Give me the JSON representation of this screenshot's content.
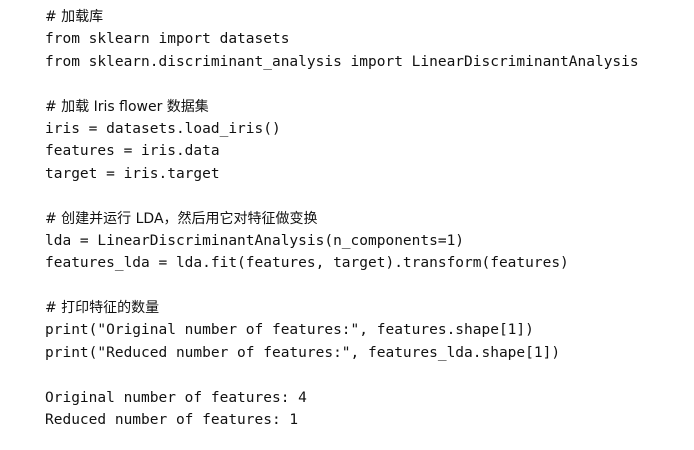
{
  "code": {
    "comment_load_lib": "# 加载库",
    "import_datasets": "from sklearn import datasets",
    "import_lda": "from sklearn.discriminant_analysis import LinearDiscriminantAnalysis",
    "comment_load_iris": "# 加载 Iris flower 数据集",
    "load_iris": "iris = datasets.load_iris()",
    "features_assign": "features = iris.data",
    "target_assign": "target = iris.target",
    "comment_create_lda": "# 创建并运行 LDA，然后用它对特征做变换",
    "lda_assign": "lda = LinearDiscriminantAnalysis(n_components=1)",
    "features_lda_assign": "features_lda = lda.fit(features, target).transform(features)",
    "comment_print_count": "# 打印特征的数量",
    "print_original": "print(\"Original number of features:\", features.shape[1])",
    "print_reduced": "print(\"Reduced number of features:\", features_lda.shape[1])"
  },
  "output": {
    "original_line": "Original number of features: 4",
    "reduced_line": "Reduced number of features: 1"
  }
}
